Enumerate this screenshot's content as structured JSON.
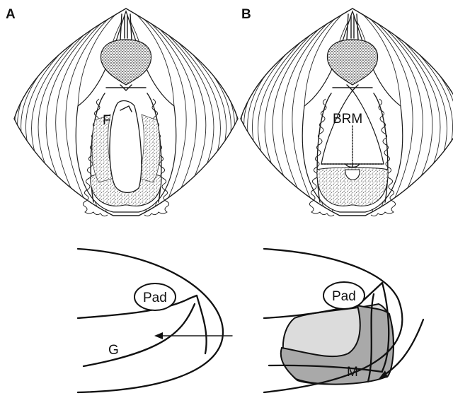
{
  "panel_labels": {
    "a": "A",
    "b": "B"
  },
  "labels": {
    "foot": "F",
    "brm": "BRM",
    "pad_a": "Pad",
    "pad_b": "Pad",
    "g": "G",
    "m": "M"
  },
  "colors": {
    "ink": "#1a1a1a",
    "stipple": "#555555",
    "m_region_light": "#dcdcdc",
    "m_region_dark": "#a9a9a9"
  }
}
